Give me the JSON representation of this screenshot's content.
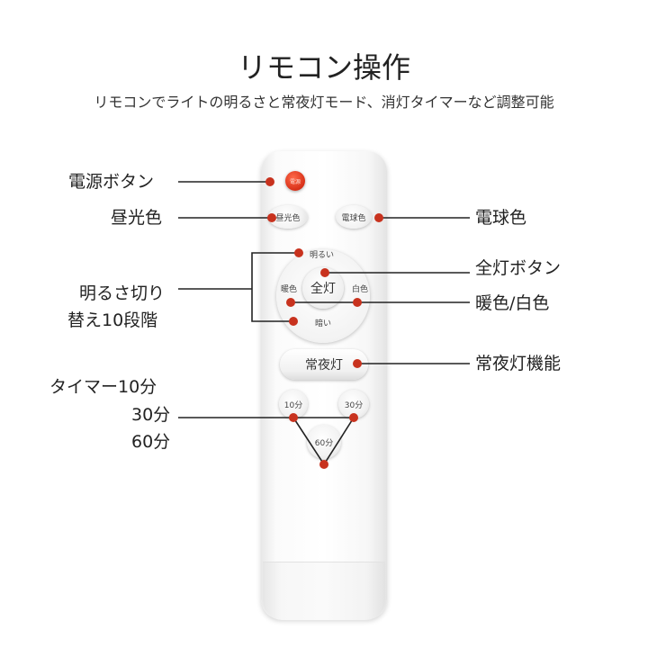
{
  "header": {
    "title": "リモコン操作",
    "subtitle": "リモコンでライトの明るさと常夜灯モード、消灯タイマーなど調整可能"
  },
  "callouts": {
    "power": "電源ボタン",
    "daylight": "昼光色",
    "warm_color": "電球色",
    "brightness_line1": "明るさ切り",
    "brightness_line2": "替え10段階",
    "full_light": "全灯ボタン",
    "warm_white": "暖色/白色",
    "night_light": "常夜灯機能",
    "timer_line1": "タイマー10分",
    "timer_line2": "30分",
    "timer_line3": "60分"
  },
  "remote": {
    "power_label": "電源",
    "daylight_button": "昼光色",
    "warm_button": "電球色",
    "bright_label": "明るい",
    "dim_label": "暗い",
    "warm_side_label": "暖色",
    "white_side_label": "白色",
    "center_button": "全灯",
    "night_button": "常夜灯",
    "timer_10": "10分",
    "timer_30": "30分",
    "timer_60": "60分"
  },
  "colors": {
    "marker": "#c8321e",
    "power_button": "#d83018",
    "line": "#222222"
  }
}
